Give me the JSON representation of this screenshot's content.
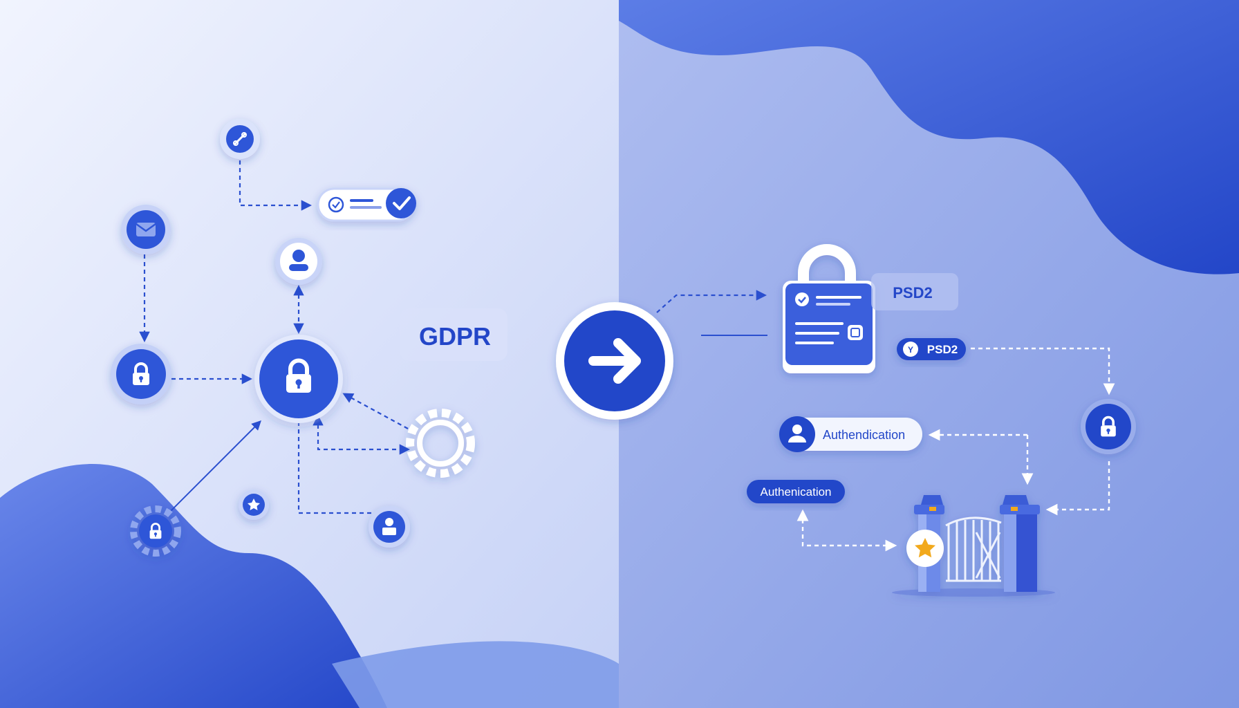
{
  "left_panel": {
    "badge_text": "GDPR"
  },
  "right_panel": {
    "psd2_label": "PSD2",
    "psd2_pill": {
      "icon_letter": "Y",
      "text": "PSD2"
    },
    "auth_pill_light": "Authendication",
    "auth_pill_dark": "Authenication"
  },
  "center": {
    "icon": "arrow-right-icon"
  },
  "colors": {
    "primary": "#2f57d8",
    "primary_dark": "#1f3fc0",
    "light_bg": "#e9eefc",
    "accent_star": "#f2a91c"
  }
}
